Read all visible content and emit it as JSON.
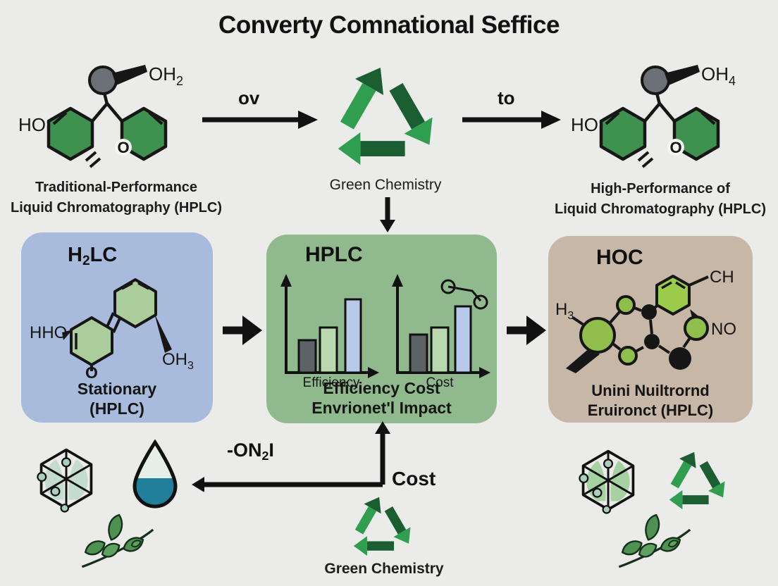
{
  "title": "Converty Comnational Seffice",
  "colors": {
    "background": "#ebebe9",
    "box_blue": "#a9bbdc",
    "box_green": "#90ba8e",
    "box_brown": "#c6b7a6",
    "ring_green": "#3f9150",
    "ring_light_green": "#abcd9b",
    "ball_green": "#8fbf4a",
    "hex_bright_green": "#9acb4a",
    "recycle_dark": "#1b5e32",
    "recycle_light": "#2f9e4f",
    "drop_teal": "#20809b",
    "leaf_green": "#4e9150",
    "ink": "#161616"
  },
  "top": {
    "arrow_left_label": "ov",
    "arrow_right_label": "to",
    "green_chemistry_label": "Green Chemistry",
    "left_molecule": {
      "oh_pre": "OH",
      "oh_sub": "2",
      "ho": "HO",
      "o": "O",
      "caption1": "Traditional-Performance",
      "caption2": "Liquid Chromatography (HPLC)"
    },
    "right_molecule": {
      "oh_pre": "OH",
      "oh_sub": "4",
      "ho": "HO",
      "o": "O",
      "caption1": "High-Performance of",
      "caption2": "Liquid Chromatography (HPLC)"
    }
  },
  "middle": {
    "blue_box": {
      "title_pre": "H",
      "title_sub": "2",
      "title_post": "LC",
      "hho": "HHO",
      "oh_pre": "OH",
      "oh_sub": "3",
      "o": "O",
      "caption1": "Stationary",
      "caption2": "(HPLC)"
    },
    "green_box": {
      "title": "HPLC",
      "chart1_xlabel": "Efficiency",
      "chart2_xlabel": "Cost",
      "caption1": "Efficiency Cost",
      "caption2": "Envrionet'l Impact"
    },
    "brown_box": {
      "title": "HOC",
      "h_pre": "H",
      "h_sub": "3",
      "ch": "CH",
      "no": "NO",
      "caption1": "Unini Nuiltrornd",
      "caption2": "Eruironct (HPLC)"
    }
  },
  "bottom": {
    "elbow_label_pre": "-ON",
    "elbow_label_sub": "2",
    "elbow_label_post": "I",
    "cost_label": "Cost",
    "green_chemistry_label": "Green Chemistry"
  },
  "chart_data": [
    {
      "type": "bar",
      "title": "Efficiency",
      "categories": [
        "",
        "",
        ""
      ],
      "values": [
        46,
        64,
        104
      ],
      "colors": [
        "#5d6266",
        "#b9d8ae",
        "#b8c9ea"
      ],
      "note": "unlabeled relative bar heights, axes unscaled"
    },
    {
      "type": "bar",
      "title": "Cost",
      "categories": [
        "",
        "",
        ""
      ],
      "values": [
        54,
        64,
        94
      ],
      "colors": [
        "#5d6266",
        "#b9d8ae",
        "#b8c9ea"
      ],
      "note": "declining connector line with two circular markers above right bar"
    }
  ]
}
